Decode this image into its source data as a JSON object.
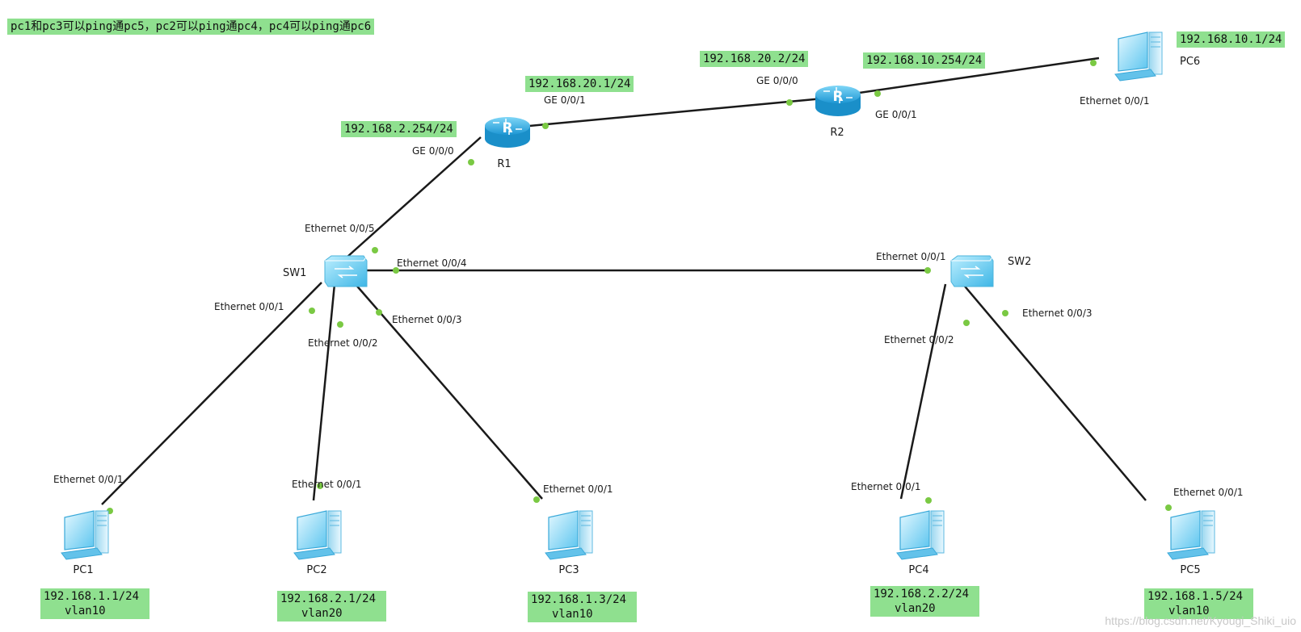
{
  "caption": "pc1和pc3可以ping通pc5，pc2可以ping通pc4，pc4可以ping通pc6",
  "devices": {
    "r1": {
      "name": "R1"
    },
    "r2": {
      "name": "R2"
    },
    "sw1": {
      "name": "SW1"
    },
    "sw2": {
      "name": "SW2"
    },
    "pc1": {
      "name": "PC1",
      "ip": "192.168.1.1/24",
      "vlan": "vlan10"
    },
    "pc2": {
      "name": "PC2",
      "ip": "192.168.2.1/24",
      "vlan": "vlan20"
    },
    "pc3": {
      "name": "PC3",
      "ip": "192.168.1.3/24",
      "vlan": "vlan10"
    },
    "pc4": {
      "name": "PC4",
      "ip": "192.168.2.2/24",
      "vlan": "vlan20"
    },
    "pc5": {
      "name": "PC5",
      "ip": "192.168.1.5/24",
      "vlan": "vlan10"
    },
    "pc6": {
      "name": "PC6",
      "ip": "192.168.10.1/24"
    }
  },
  "ip_labels": {
    "r1_ge000": "192.168.2.254/24",
    "r1_ge001": "192.168.20.1/24",
    "r2_ge000": "192.168.20.2/24",
    "r2_ge001": "192.168.10.254/24"
  },
  "ports": {
    "r1_ge000": "GE 0/0/0",
    "r1_ge001": "GE 0/0/1",
    "r2_ge000": "GE 0/0/0",
    "r2_ge001": "GE 0/0/1",
    "pc6_eth": "Ethernet 0/0/1",
    "sw1_e5": "Ethernet 0/0/5",
    "sw1_e4": "Ethernet 0/0/4",
    "sw1_e1": "Ethernet 0/0/1",
    "sw1_e2": "Ethernet 0/0/2",
    "sw1_e3": "Ethernet 0/0/3",
    "sw2_e1": "Ethernet 0/0/1",
    "sw2_e2": "Ethernet 0/0/2",
    "sw2_e3": "Ethernet 0/0/3",
    "pc1_eth": "Ethernet 0/0/1",
    "pc2_eth": "Ethernet 0/0/1",
    "pc3_eth": "Ethernet 0/0/1",
    "pc4_eth": "Ethernet 0/0/1",
    "pc5_eth": "Ethernet 0/0/1"
  },
  "links": [
    {
      "from": "R1",
      "to": "R2"
    },
    {
      "from": "R2",
      "to": "PC6"
    },
    {
      "from": "R1",
      "to": "SW1"
    },
    {
      "from": "SW1",
      "to": "SW2"
    },
    {
      "from": "SW1",
      "to": "PC1"
    },
    {
      "from": "SW1",
      "to": "PC2"
    },
    {
      "from": "SW1",
      "to": "PC3"
    },
    {
      "from": "SW2",
      "to": "PC4"
    },
    {
      "from": "SW2",
      "to": "PC5"
    }
  ],
  "watermark": "https://blog.csdn.net/Kyougi_Shiki_uio",
  "colors": {
    "note_bg": "#8fe08f",
    "link": "#1a1a1a",
    "port_dot": "#7ac943",
    "device": "#2aa7e0"
  }
}
